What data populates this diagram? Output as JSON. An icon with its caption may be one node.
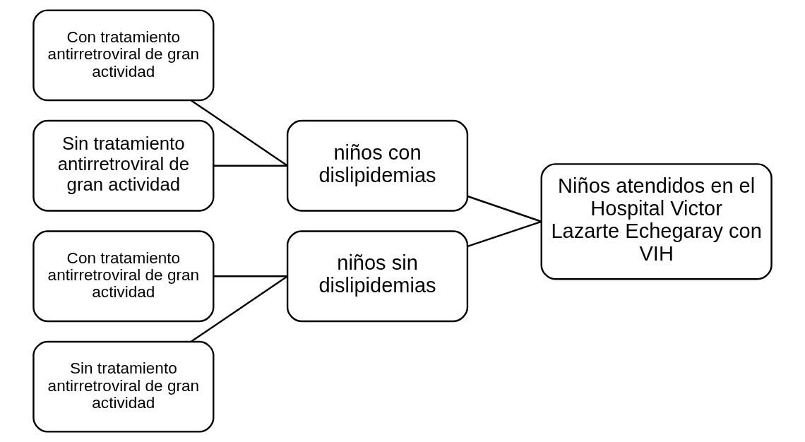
{
  "diagram": {
    "nodes": [
      {
        "text": [
          "Con tratamiento antirretroviral de gran actividad"
        ]
      },
      {
        "text": [
          "Sin tratamiento antirretroviral de gran actividad"
        ]
      },
      {
        "text": [
          "niños con dislipidemias"
        ]
      },
      {
        "text": [
          "Con tratamiento antirretroviral de gran actividad"
        ]
      },
      {
        "text": [
          "Sin tratamiento antirretroviral de gran actividad"
        ]
      },
      {
        "text": [
          "niños sin dislipidemias"
        ]
      },
      {
        "text": [
          "Niños atendidos en el Hospital Victor Lazarte Echegaray con VIH"
        ]
      }
    ],
    "edges": [
      {
        "from": 0,
        "to": 2,
        "arrow": "none"
      },
      {
        "from": 1,
        "to": 2,
        "arrow": "none"
      },
      {
        "from": 3,
        "to": 5,
        "arrow": "none"
      },
      {
        "from": 4,
        "to": 5,
        "arrow": "none"
      },
      {
        "from": 2,
        "to": 6,
        "arrow": "none"
      },
      {
        "from": 5,
        "to": 6,
        "arrow": "none"
      }
    ]
  }
}
